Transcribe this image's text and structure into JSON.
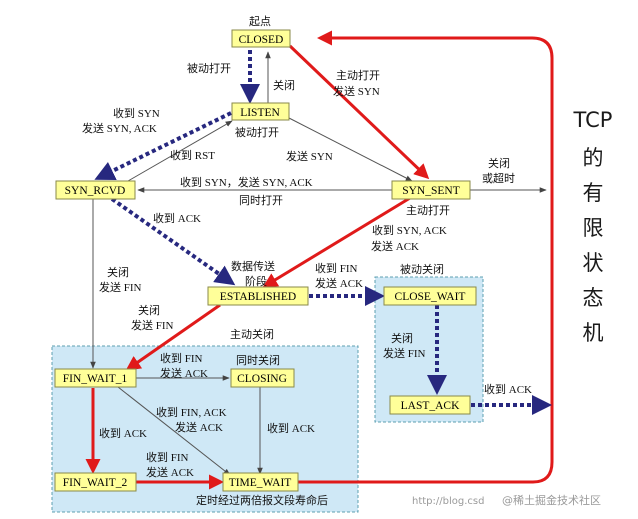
{
  "title": {
    "lines": [
      "TCP",
      "的",
      "有",
      "限",
      "状",
      "态",
      "机"
    ]
  },
  "colors": {
    "state_fill": "#ffff99",
    "state_border": "#8a8a4a",
    "panel_fill": "#cfe8f6",
    "panel_border": "#5d9fb0",
    "red_arrow": "#e01a1a",
    "blue_dashed": "#27287f",
    "thin_line": "#555555"
  },
  "states": {
    "closed": "CLOSED",
    "listen": "LISTEN",
    "syn_rcvd": "SYN_RCVD",
    "syn_sent": "SYN_SENT",
    "established": "ESTABLISHED",
    "close_wait": "CLOSE_WAIT",
    "last_ack": "LAST_ACK",
    "fin_wait_1": "FIN_WAIT_1",
    "closing": "CLOSING",
    "fin_wait_2": "FIN_WAIT_2",
    "time_wait": "TIME_WAIT"
  },
  "labels": {
    "start": "起点",
    "passive_open_1": "被动打开",
    "close_1": "关闭",
    "active_open_1a": "主动打开",
    "active_open_1b": "发送 SYN",
    "recv_syn_a": "收到 SYN",
    "recv_syn_b": "发送 SYN, ACK",
    "passive_open_2": "被动打开",
    "recv_rst": "收到 RST",
    "send_syn": "发送 SYN",
    "close_timeout_a": "关闭",
    "close_timeout_b": "或超时",
    "simul_a": "收到 SYN，发送 SYN, ACK",
    "simul_b": "同时打开",
    "active_open_2": "主动打开",
    "recv_ack_1": "收到 ACK",
    "recv_synack_a": "收到 SYN, ACK",
    "recv_synack_b": "发送 ACK",
    "data_a": "数据传送",
    "data_b": "阶段",
    "passive_close": "被动关闭",
    "recv_fin_a": "收到 FIN",
    "recv_fin_b": "发送 ACK",
    "close_fin_1a": "关闭",
    "close_fin_1b": "发送 FIN",
    "close_fin_2a": "关闭",
    "close_fin_2b": "发送 FIN",
    "close_fin_3a": "关闭",
    "close_fin_3b": "发送 FIN",
    "active_close": "主动关闭",
    "fw1_fin_a": "收到 FIN",
    "fw1_fin_b": "发送 ACK",
    "simul_close": "同时关闭",
    "fin_ack_a": "收到 FIN, ACK",
    "fin_ack_b": "发送 ACK",
    "recv_ack_2": "收到 ACK",
    "recv_ack_3": "收到 ACK",
    "fw2_fin_a": "收到 FIN",
    "fw2_fin_b": "发送 ACK",
    "recv_ack_4": "收到 ACK",
    "timewait_note": "定时经过两倍报文段寿命后"
  },
  "watermark": {
    "url": "http://blog.csd",
    "brand": "@稀土掘金技术社区"
  }
}
